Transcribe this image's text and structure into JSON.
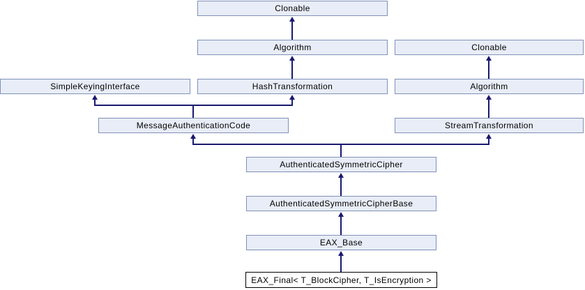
{
  "diagram": {
    "type": "class_inheritance_diagram",
    "focus_class": "EAX_Final< T_BlockCipher, T_IsEncryption >",
    "colors": {
      "box_fill": "#e8edf7",
      "box_border": "#8090b8",
      "focus_fill": "#ffffff",
      "focus_border": "#000000",
      "arrow": "#191970",
      "text": "#000000",
      "background": "#ffffff"
    },
    "nodes": [
      {
        "id": "clonable-top",
        "label": "Clonable"
      },
      {
        "id": "algorithm-center",
        "label": "Algorithm"
      },
      {
        "id": "simple-keying-interface",
        "label": "SimpleKeyingInterface"
      },
      {
        "id": "hash-transformation",
        "label": "HashTransformation"
      },
      {
        "id": "clonable-right",
        "label": "Clonable"
      },
      {
        "id": "algorithm-right",
        "label": "Algorithm"
      },
      {
        "id": "message-authentication-code",
        "label": "MessageAuthenticationCode"
      },
      {
        "id": "stream-transformation",
        "label": "StreamTransformation"
      },
      {
        "id": "authenticated-symmetric-cipher",
        "label": "AuthenticatedSymmetricCipher"
      },
      {
        "id": "authenticated-symmetric-cipher-base",
        "label": "AuthenticatedSymmetricCipherBase"
      },
      {
        "id": "eax-base",
        "label": "EAX_Base"
      },
      {
        "id": "eax-final",
        "label": "EAX_Final< T_BlockCipher, T_IsEncryption >"
      }
    ],
    "edges": [
      {
        "child": "algorithm-center",
        "parent": "clonable-top"
      },
      {
        "child": "hash-transformation",
        "parent": "algorithm-center"
      },
      {
        "child": "message-authentication-code",
        "parent": "simple-keying-interface"
      },
      {
        "child": "message-authentication-code",
        "parent": "hash-transformation"
      },
      {
        "child": "algorithm-right",
        "parent": "clonable-right"
      },
      {
        "child": "stream-transformation",
        "parent": "algorithm-right"
      },
      {
        "child": "authenticated-symmetric-cipher",
        "parent": "message-authentication-code"
      },
      {
        "child": "authenticated-symmetric-cipher",
        "parent": "stream-transformation"
      },
      {
        "child": "authenticated-symmetric-cipher-base",
        "parent": "authenticated-symmetric-cipher"
      },
      {
        "child": "eax-base",
        "parent": "authenticated-symmetric-cipher-base"
      },
      {
        "child": "eax-final",
        "parent": "eax-base"
      }
    ]
  }
}
